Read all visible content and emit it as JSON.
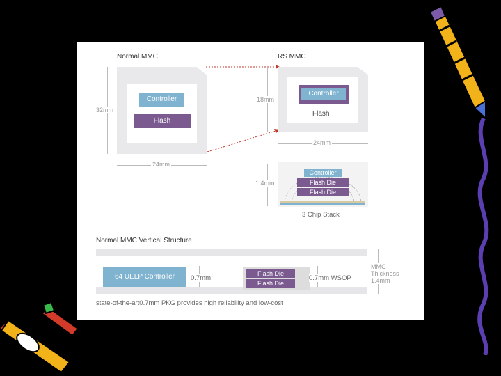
{
  "diagram": {
    "normal_mmc_title": "Normal MMC",
    "rs_mmc_title": "RS MMC",
    "normal_height_label": "32mm",
    "normal_width_label": "24mm",
    "normal_controller": "Controller",
    "normal_flash": "Flash",
    "rs_height_label": "18mm",
    "rs_width_label": "24mm",
    "rs_controller": "Controller",
    "rs_flash": "Flash",
    "stack_height_label": "1.4mm",
    "stack_controller": "Controller",
    "stack_flash_die_1": "Flash Die",
    "stack_flash_die_2": "Flash Die",
    "stack_caption": "3 Chip Stack",
    "vertical_title": "Normal MMC Vertical Structure",
    "uelp_controller": "64 UELP Controller",
    "uelp_height_label": "0.7mm",
    "wsop_flash_die_1": "Flash Die",
    "wsop_flash_die_2": "Flash Die",
    "wsop_label": "0.7mm WSOP",
    "thickness_label_1": "MMC",
    "thickness_label_2": "Thickness",
    "thickness_label_3": "1.4mm",
    "footer_note": "state-of-the-art0.7mm PKG provides high reliability and low-cost"
  },
  "colors": {
    "controller": "#7fb3cf",
    "flash": "#7a5a8f",
    "arrow": "#c0392b"
  }
}
